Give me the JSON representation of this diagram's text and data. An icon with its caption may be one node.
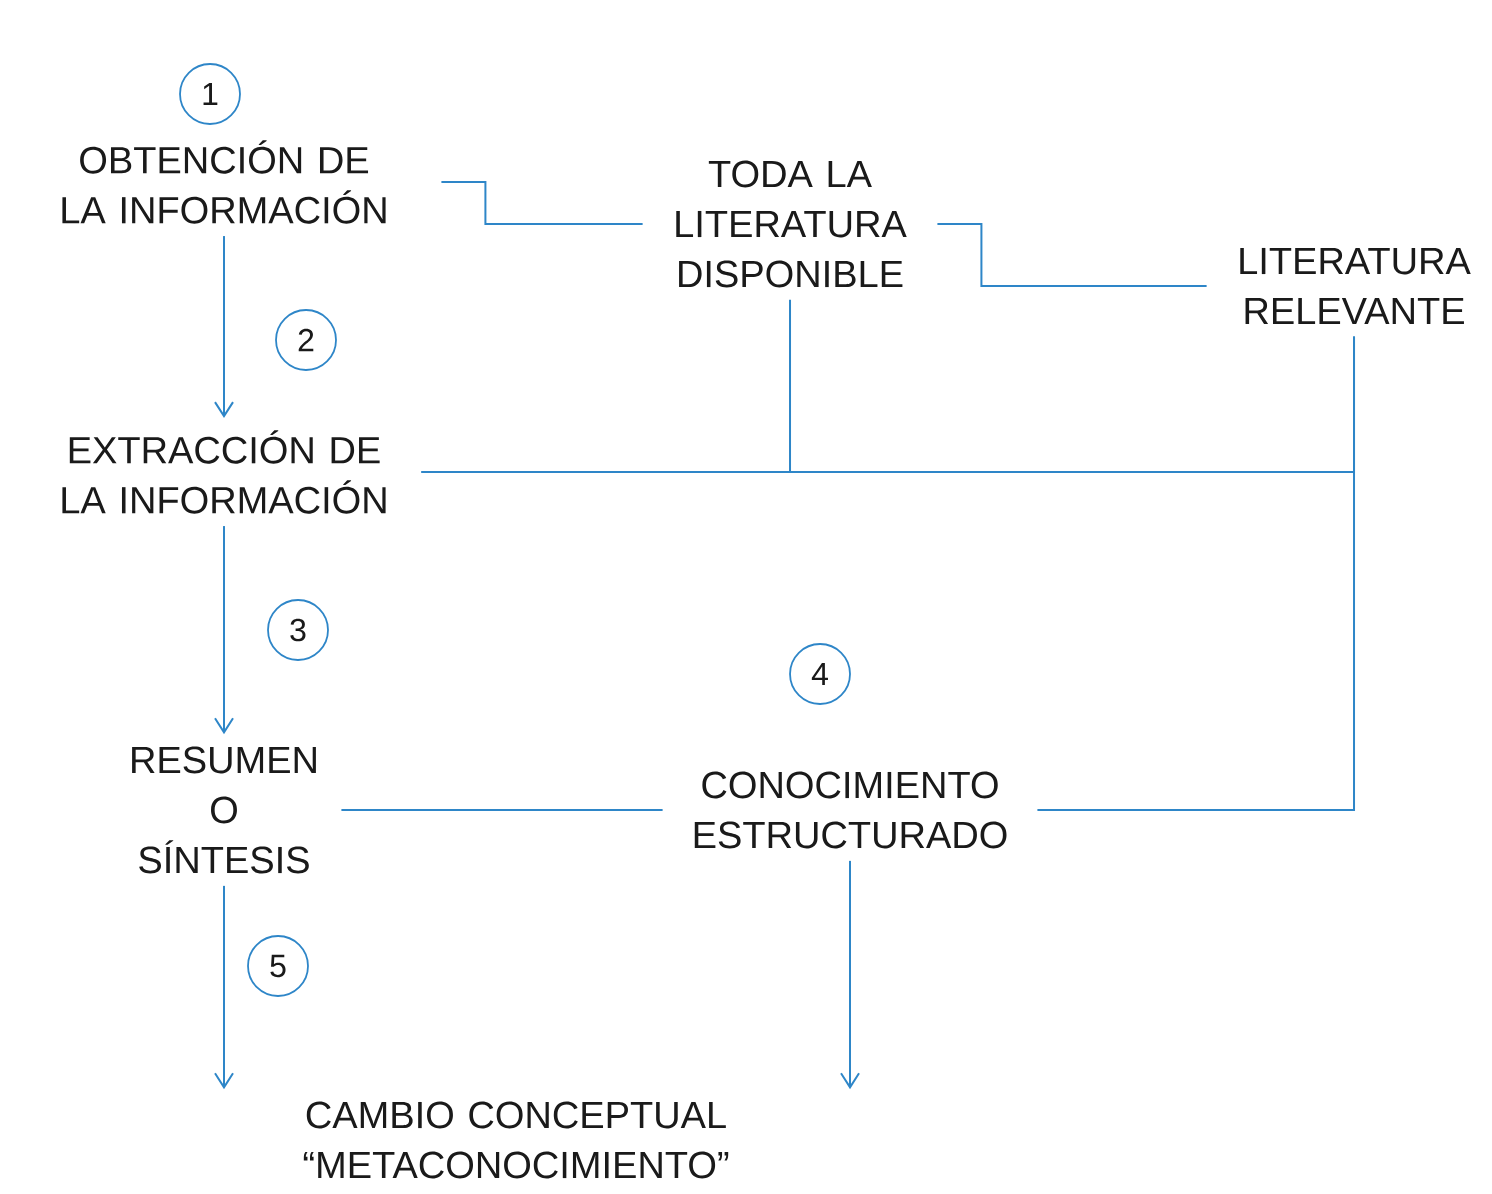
{
  "diagram": {
    "nodes": [
      {
        "text": [
          "1"
        ]
      },
      {
        "text": [
          "OBTENCIÓN DE LA INFORMACIÓN"
        ]
      },
      {
        "text": [
          "TODA LA LITERATURA DISPONIBLE"
        ]
      },
      {
        "text": [
          "LITERATURA RELEVANTE"
        ]
      },
      {
        "text": [
          "2"
        ]
      },
      {
        "text": [
          "EXTRACCIÓN DE LA INFORMACIÓN"
        ]
      },
      {
        "text": [
          "3"
        ]
      },
      {
        "text": [
          "4"
        ]
      },
      {
        "text": [
          "RESUMEN O SÍNTESIS"
        ]
      },
      {
        "text": [
          "CONOCIMIENTO ESTRUCTURADO"
        ]
      },
      {
        "text": [
          "5"
        ]
      },
      {
        "text": [
          "CAMBIO CONCEPTUAL “METACONOCIMIENTO”"
        ]
      }
    ],
    "edges": [
      {
        "from": 1,
        "to": 2,
        "arrow": "none"
      },
      {
        "from": 2,
        "to": 3,
        "arrow": "none"
      },
      {
        "from": 1,
        "to": 5,
        "arrow": "to"
      },
      {
        "from": 2,
        "to": 5,
        "arrow": "none"
      },
      {
        "from": 3,
        "to": 5,
        "arrow": "none"
      },
      {
        "from": 3,
        "to": 9,
        "arrow": "none"
      },
      {
        "from": 5,
        "to": 8,
        "arrow": "to"
      },
      {
        "from": 8,
        "to": 9,
        "arrow": "none"
      },
      {
        "from": 8,
        "to": 11,
        "arrow": "to"
      },
      {
        "from": 9,
        "to": 11,
        "arrow": "to"
      }
    ]
  }
}
